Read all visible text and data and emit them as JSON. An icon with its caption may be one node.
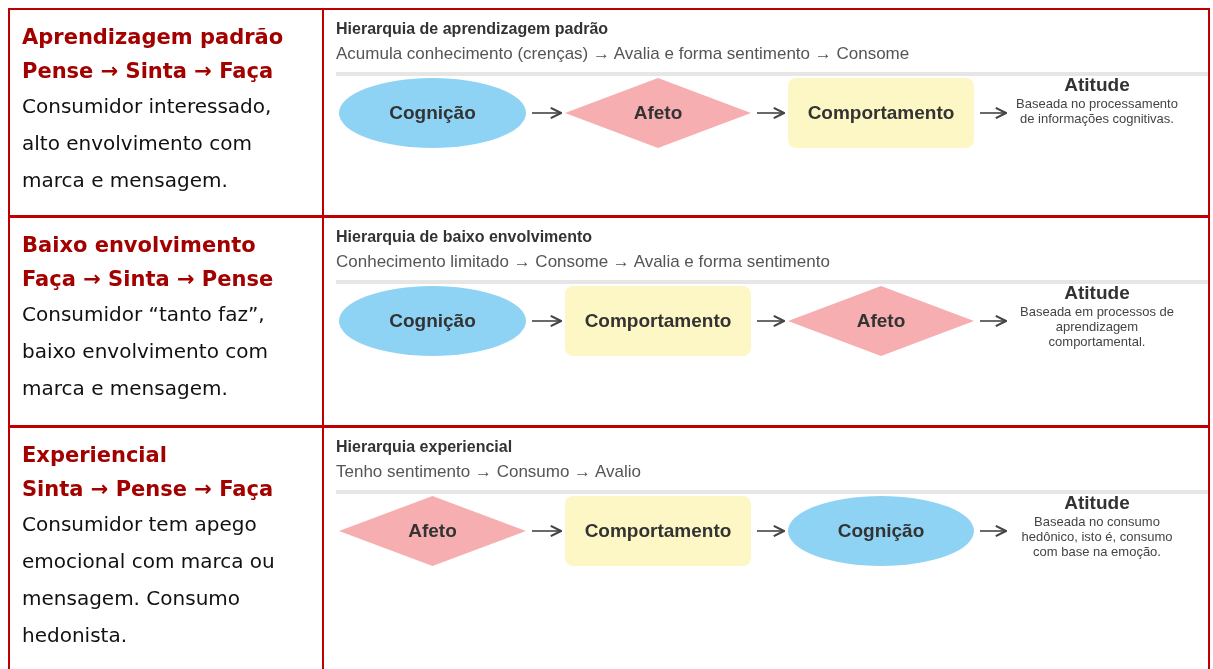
{
  "diagram": {
    "nodes": [
      {
        "text": [
          "Aprendizagem padrão",
          "Pense → Sinta → Faça",
          "Consumidor interessado, alto envolvimento com marca e mensagem."
        ]
      },
      {
        "text": [
          "Hierarquia de aprendizagem padrão",
          "Acumula conhecimento (crenças) → Avalia e forma sentimento → Consome"
        ]
      },
      {
        "text": [
          "Cognição"
        ],
        "in": 1
      },
      {
        "text": [
          "Afeto"
        ],
        "in": 1
      },
      {
        "text": [
          "Comportamento"
        ],
        "in": 1
      },
      {
        "text": [
          "Atitude",
          "Baseada no processamento de informações cognitivas."
        ],
        "in": 1
      },
      {
        "text": [
          "Baixo envolvimento",
          "Faça → Sinta → Pense",
          "Consumidor “tanto faz”, baixo envolvimento com marca e mensagem."
        ]
      },
      {
        "text": [
          "Hierarquia de baixo envolvimento",
          "Conhecimento limitado → Consome → Avalia e forma sentimento"
        ]
      },
      {
        "text": [
          "Cognição"
        ],
        "in": 7
      },
      {
        "text": [
          "Comportamento"
        ],
        "in": 7
      },
      {
        "text": [
          "Afeto"
        ],
        "in": 7
      },
      {
        "text": [
          "Atitude",
          "Baseada em processos de aprendizagem comportamental."
        ],
        "in": 7
      },
      {
        "text": [
          "Experiencial",
          "Sinta → Pense → Faça",
          "Consumidor tem apego emocional com marca ou mensagem. Consumo hedonista."
        ]
      },
      {
        "text": [
          "Hierarquia experiencial",
          "Tenho sentimento → Consumo → Avalio"
        ]
      },
      {
        "text": [
          "Afeto"
        ],
        "in": 13
      },
      {
        "text": [
          "Comportamento"
        ],
        "in": 13
      },
      {
        "text": [
          "Cognição"
        ],
        "in": 13
      },
      {
        "text": [
          "Atitude",
          "Baseada no consumo hedônico, isto é, consumo com base na emoção."
        ],
        "in": 13
      }
    ],
    "edges": [
      {
        "from": 2,
        "to": 3,
        "arrow": "to"
      },
      {
        "from": 3,
        "to": 4,
        "arrow": "to"
      },
      {
        "from": 4,
        "to": 5,
        "arrow": "to"
      },
      {
        "from": 8,
        "to": 9,
        "arrow": "to"
      },
      {
        "from": 9,
        "to": 10,
        "arrow": "to"
      },
      {
        "from": 10,
        "to": 11,
        "arrow": "to"
      },
      {
        "from": 14,
        "to": 15,
        "arrow": "to"
      },
      {
        "from": 15,
        "to": 16,
        "arrow": "to"
      },
      {
        "from": 16,
        "to": 17,
        "arrow": "to"
      }
    ]
  }
}
